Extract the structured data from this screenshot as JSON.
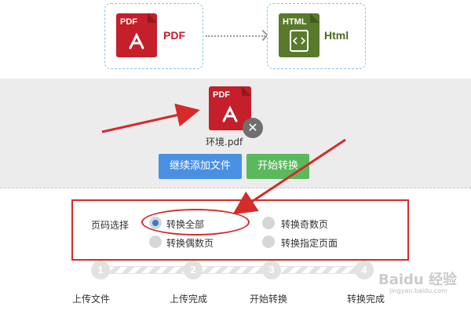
{
  "converter": {
    "source_tag": "PDF",
    "source_label": "PDF",
    "target_tag": "HTML",
    "target_label": "Html",
    "pdf_color": "#c41f2a",
    "html_color": "#5a7a2b",
    "source_icon": "pdf-file-icon",
    "target_icon": "html-file-icon",
    "arrow_icon": "arrow-right-icon"
  },
  "upload": {
    "file_tag": "PDF",
    "file_name": "环境.pdf",
    "remove_icon": "close-icon",
    "add_button_label": "继续添加文件",
    "start_button_label": "开始转换",
    "add_button_color": "#4a90e2",
    "start_button_color": "#5cb85c"
  },
  "page_select": {
    "label": "页码选择",
    "options": [
      {
        "label": "转换全部",
        "selected": true
      },
      {
        "label": "转换奇数页",
        "selected": false
      },
      {
        "label": "转换偶数页",
        "selected": false
      },
      {
        "label": "转换指定页面",
        "selected": false
      }
    ]
  },
  "steps": [
    {
      "number": "1",
      "label": "上传文件"
    },
    {
      "number": "2",
      "label": "上传完成"
    },
    {
      "number": "3",
      "label": "开始转换"
    },
    {
      "number": "4",
      "label": "转换完成"
    }
  ],
  "watermark": {
    "text": "Baidu 经验",
    "sub": "jingyan.baidu.com"
  },
  "annotation_color": "#d52b2b"
}
